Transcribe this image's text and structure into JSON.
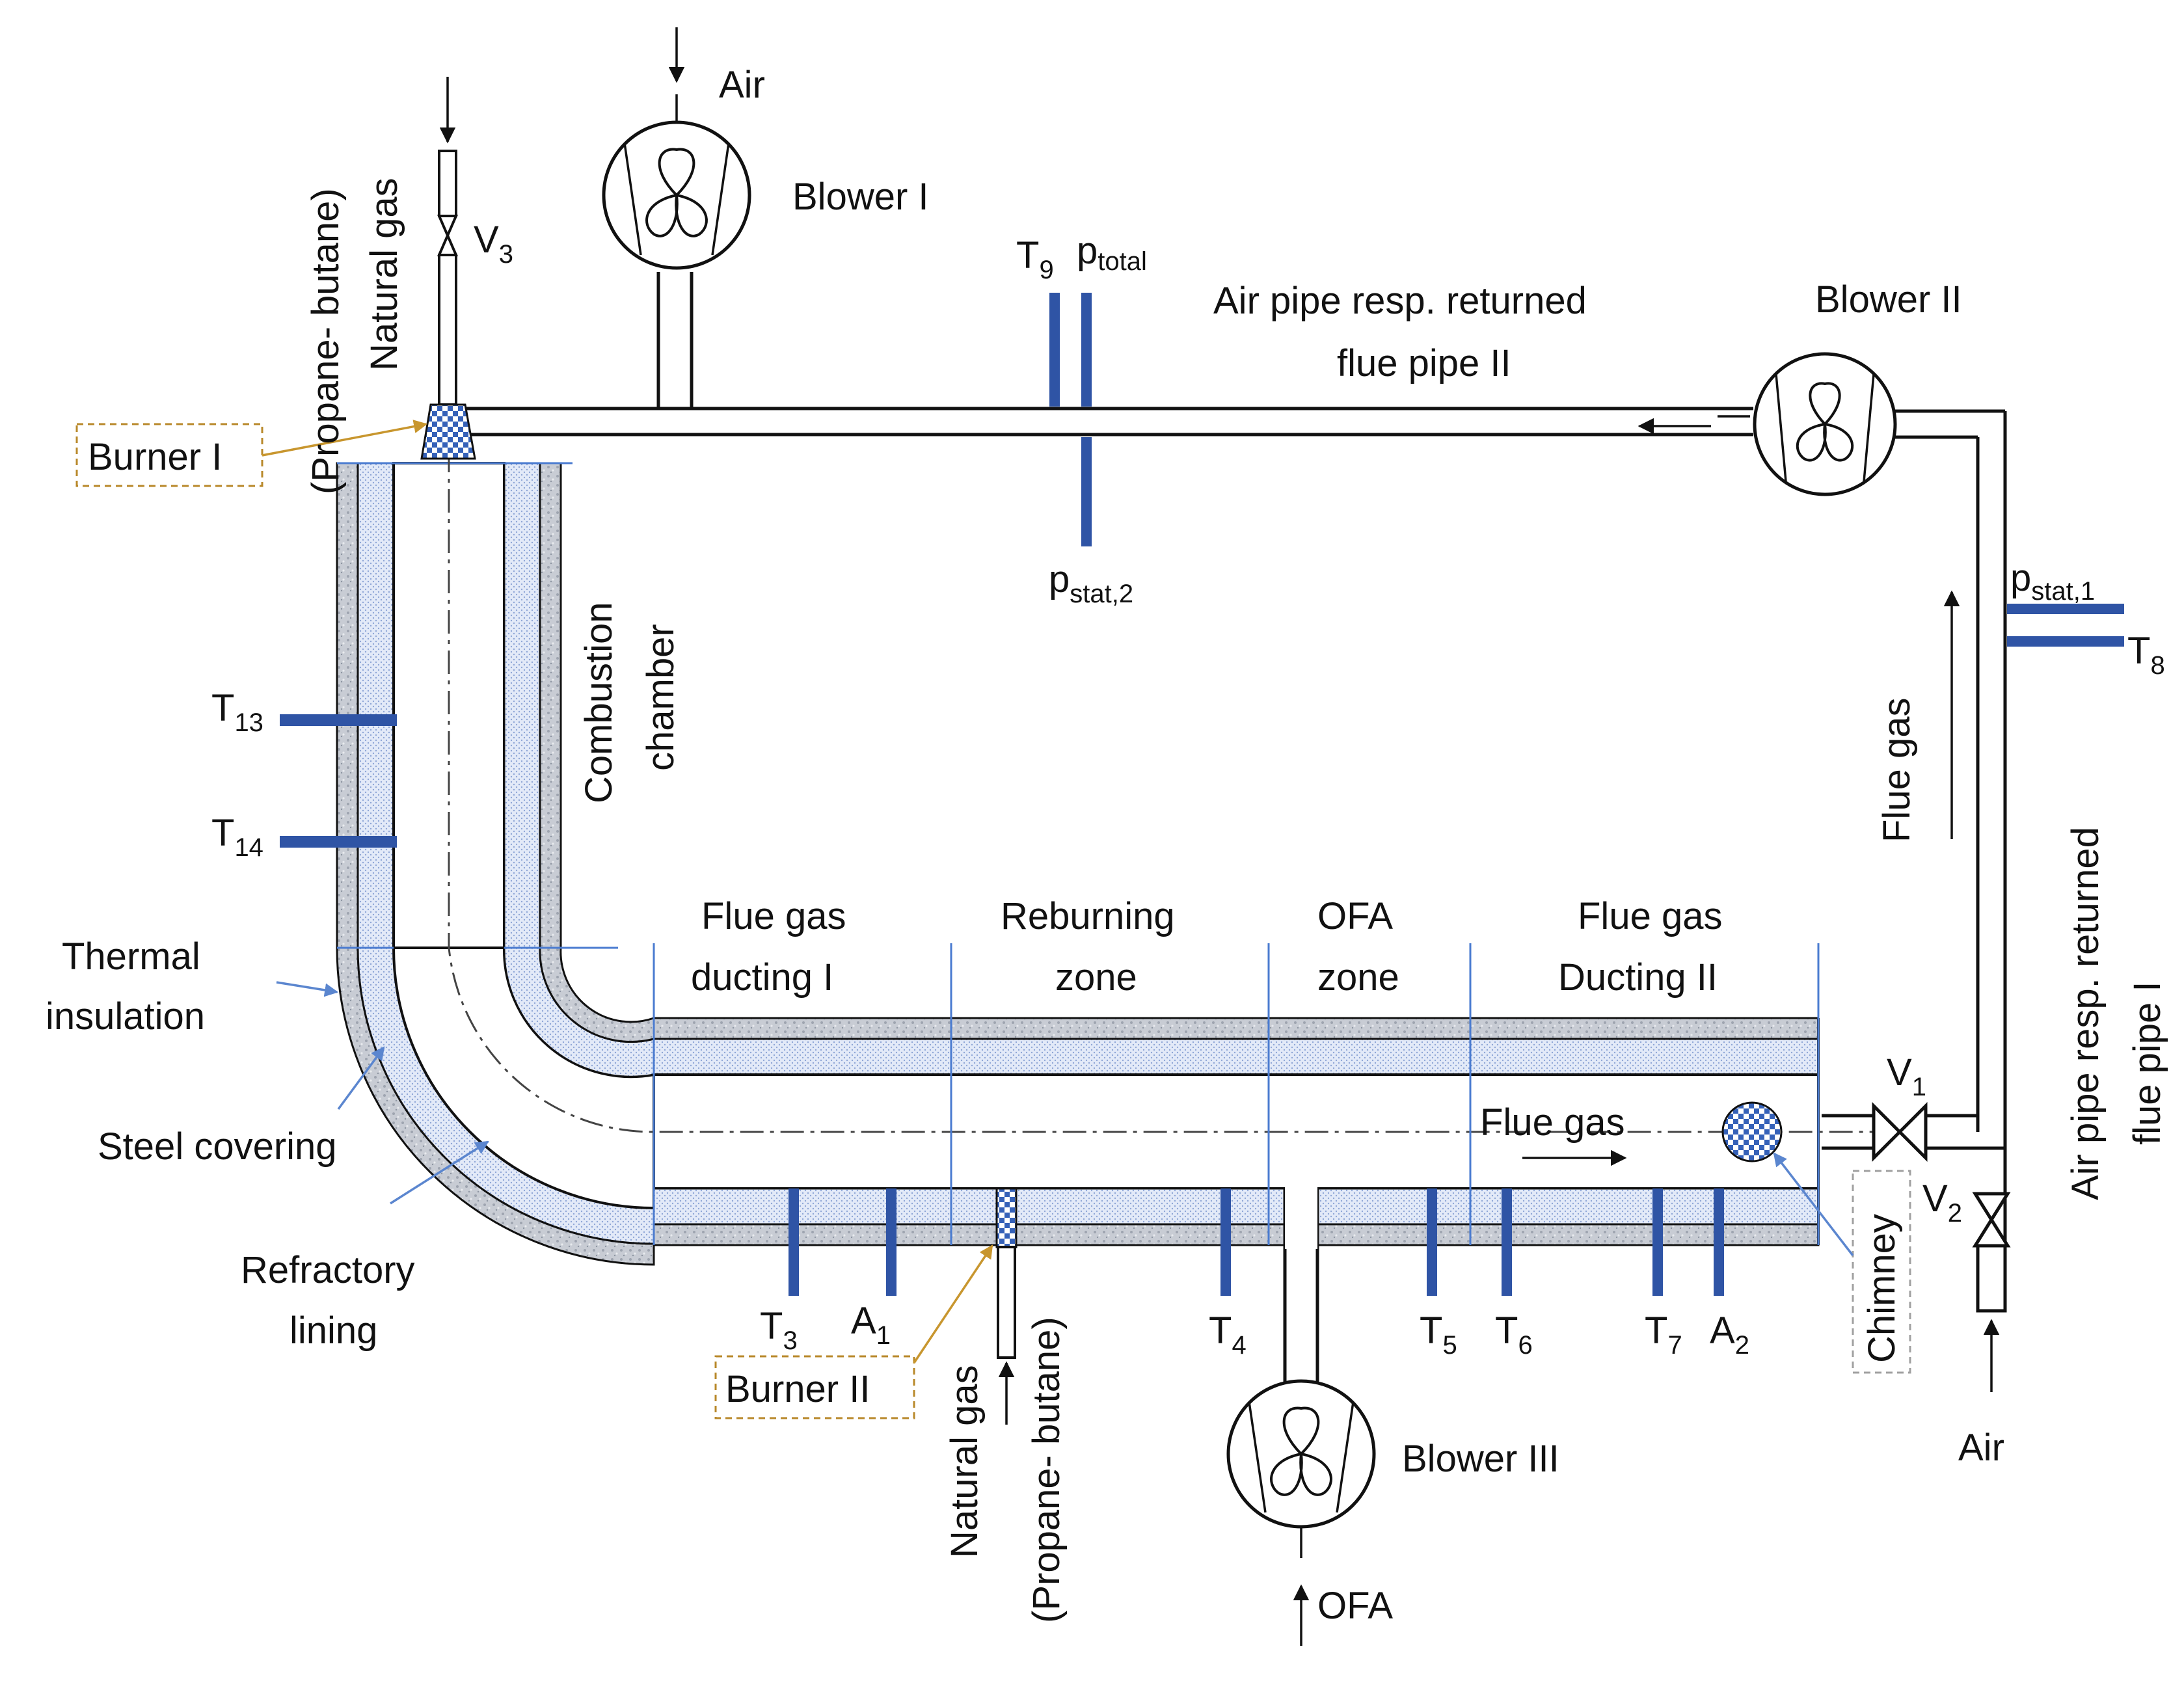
{
  "labels": {
    "air_top": "Air",
    "blower_1": "Blower I",
    "natural_gas_top": "Natural gas",
    "propane_butane_top": "(Propane- butane)",
    "v3": "V",
    "v3_sub": "3",
    "t9": "T",
    "t9_sub": "9",
    "p_total": "p",
    "p_total_sub": "total",
    "air_pipe_2_line1": "Air pipe resp. returned",
    "air_pipe_2_line2": "flue pipe II",
    "blower_2": "Blower II",
    "burner_1": "Burner I",
    "p_stat2": "p",
    "p_stat2_sub": "stat,2",
    "p_stat1": "p",
    "p_stat1_sub": "stat,1",
    "t8": "T",
    "t8_sub": "8",
    "combustion_line1": "Combustion",
    "combustion_line2": "chamber",
    "t13": "T",
    "t13_sub": "13",
    "t14": "T",
    "t14_sub": "14",
    "flue_gas_vertical": "Flue gas",
    "air_pipe_1_line1": "Air pipe resp. returned",
    "air_pipe_1_line2": "flue pipe I",
    "zone_1_line1": "Flue gas",
    "zone_1_line2": "ducting I",
    "zone_2_line1": "Reburning",
    "zone_2_line2": "zone",
    "zone_3_line1": "OFA",
    "zone_3_line2": "zone",
    "zone_4_line1": "Flue gas",
    "zone_4_line2": "Ducting II",
    "thermal_line1": "Thermal",
    "thermal_line2": "insulation",
    "steel_covering": "Steel covering",
    "refractory_line1": "Refractory",
    "refractory_line2": "lining",
    "flue_gas_horizontal": "Flue gas",
    "v1": "V",
    "v1_sub": "1",
    "v2": "V",
    "v2_sub": "2",
    "chimney": "Chimney",
    "t3": "T",
    "t3_sub": "3",
    "a1": "A",
    "a1_sub": "1",
    "t4": "T",
    "t4_sub": "4",
    "t5": "T",
    "t5_sub": "5",
    "t6": "T",
    "t6_sub": "6",
    "t7": "T",
    "t7_sub": "7",
    "a2": "A",
    "a2_sub": "2",
    "burner_2": "Burner II",
    "natural_gas_bottom": "Natural gas",
    "propane_butane_bottom": "(Propane- butane)",
    "blower_3": "Blower III",
    "ofa": "OFA",
    "air_bottom": "Air"
  },
  "colors": {
    "sensor": "#2f54a5",
    "refractory": "#dfe8f8",
    "insulation": "#c9ced8",
    "zone_divider": "#4a7bd0",
    "burner_callout": "#b8882a"
  }
}
